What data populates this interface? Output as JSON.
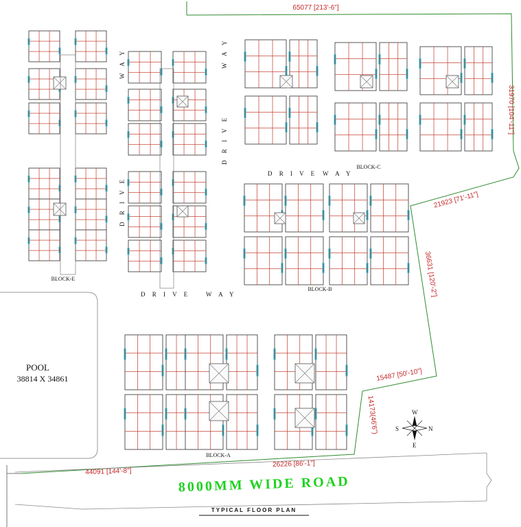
{
  "title": "TYPICAL FLOOR PLAN",
  "road": "8000MM WIDE ROAD",
  "drive_way": [
    "D R I V E",
    "W A Y"
  ],
  "pool": {
    "label": "POOL",
    "size": "38814 X 34861"
  },
  "blocks": [
    "BLOCK-E",
    "BLOCK-C",
    "BLOCK-B",
    "BLOCK-A"
  ],
  "dimensions": {
    "top": "65077 [213'-6\"]",
    "right_upper": "31970 [104'-11\"]",
    "right_diag": "21923 [71'-11\"]",
    "right_middle": "36631 [120'-2\"]",
    "right_lower_h": "15487 [50'-10\"]",
    "right_lower_v": "14173(46'6\")",
    "bottom_left": "44091 [144'-8\"]",
    "bottom_mid": "26226 [86'-1\"]"
  },
  "compass": {
    "north": "N",
    "south": "S",
    "east": "E",
    "west": "W"
  },
  "colors": {
    "road": "#1fd21f",
    "dimension": "#c62828",
    "boundary": "#2e8b2e",
    "wall": "#c0392b",
    "window": "#3fb6c9"
  }
}
